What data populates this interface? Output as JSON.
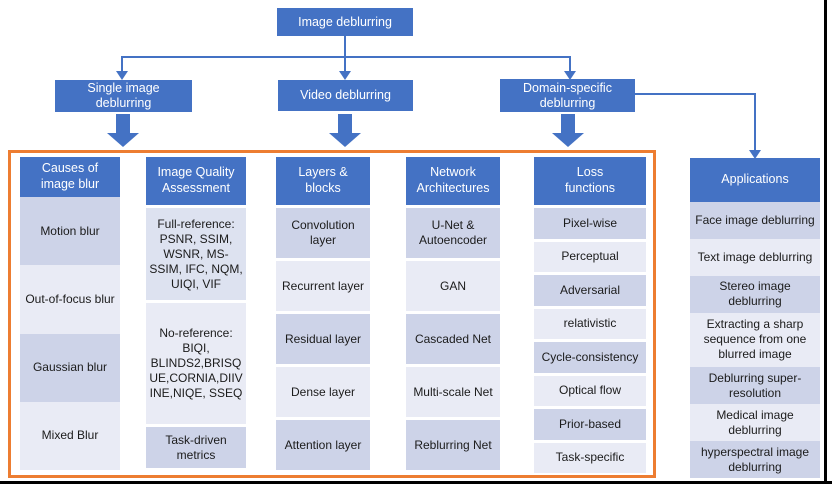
{
  "palette": {
    "accent_blue": "#4472C4",
    "accent_orange": "#ED7D31",
    "tile_dark": "#CDD3E8",
    "tile_light": "#E9EBF5",
    "tile_mid": "#DDE2F0"
  },
  "tree": {
    "root": "Image deblurring",
    "branches": [
      {
        "label": "Single image deblurring"
      },
      {
        "label": "Video deblurring"
      },
      {
        "label": "Domain-specific deblurring"
      }
    ]
  },
  "columns": [
    {
      "header": "Causes of image blur",
      "items": [
        "Motion blur",
        "Out-of-focus blur",
        "Gaussian blur",
        "Mixed Blur"
      ]
    },
    {
      "header": "Image Quality Assessment",
      "items": [
        "Full-reference: PSNR, SSIM, WSNR, MS-SSIM, IFC, NQM, UIQI, VIF",
        "No-reference: BIQI, BLINDS2,BRISQUE,CORNIA,DIIVINE,NIQE, SSEQ",
        "Task-driven metrics"
      ]
    },
    {
      "header": "Layers & blocks",
      "items": [
        "Convolution layer",
        "Recurrent layer",
        "Residual layer",
        "Dense layer",
        "Attention layer"
      ]
    },
    {
      "header": "Network Architectures",
      "items": [
        "U-Net & Autoencoder",
        "GAN",
        "Cascaded Net",
        "Multi-scale Net",
        "Reblurring Net"
      ]
    },
    {
      "header": "Loss functions",
      "items": [
        "Pixel-wise",
        "Perceptual",
        "Adversarial",
        "relativistic",
        "Cycle-consistency",
        "Optical flow",
        "Prior-based",
        "Task-specific"
      ]
    }
  ],
  "applications": {
    "header": "Applications",
    "items": [
      "Face image deblurring",
      "Text image deblurring",
      "Stereo image deblurring",
      "Extracting a sharp sequence from one blurred image",
      "Deblurring super-resolution",
      "Medical image deblurring",
      "hyperspectral image deblurring"
    ]
  }
}
